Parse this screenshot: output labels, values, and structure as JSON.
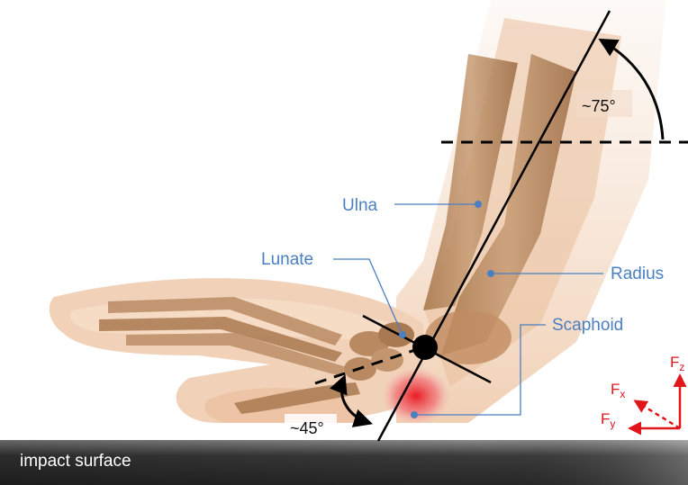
{
  "labels": {
    "ulna": "Ulna",
    "lunate": "Lunate",
    "radius": "Radius",
    "scaphoid": "Scaphoid"
  },
  "angles": {
    "forearm": "~75°",
    "hand": "~45°"
  },
  "forces": {
    "fz": "F",
    "fz_sub": "z",
    "fx": "F",
    "fx_sub": "x",
    "fy": "F",
    "fy_sub": "y"
  },
  "surface": {
    "label": "impact surface"
  },
  "colors": {
    "label_blue": "#4a7fc1",
    "force_red": "#e0161b",
    "bone": "#b88a62",
    "skin": "#f1d3bb",
    "surface_dark": "#2e2e2e"
  }
}
